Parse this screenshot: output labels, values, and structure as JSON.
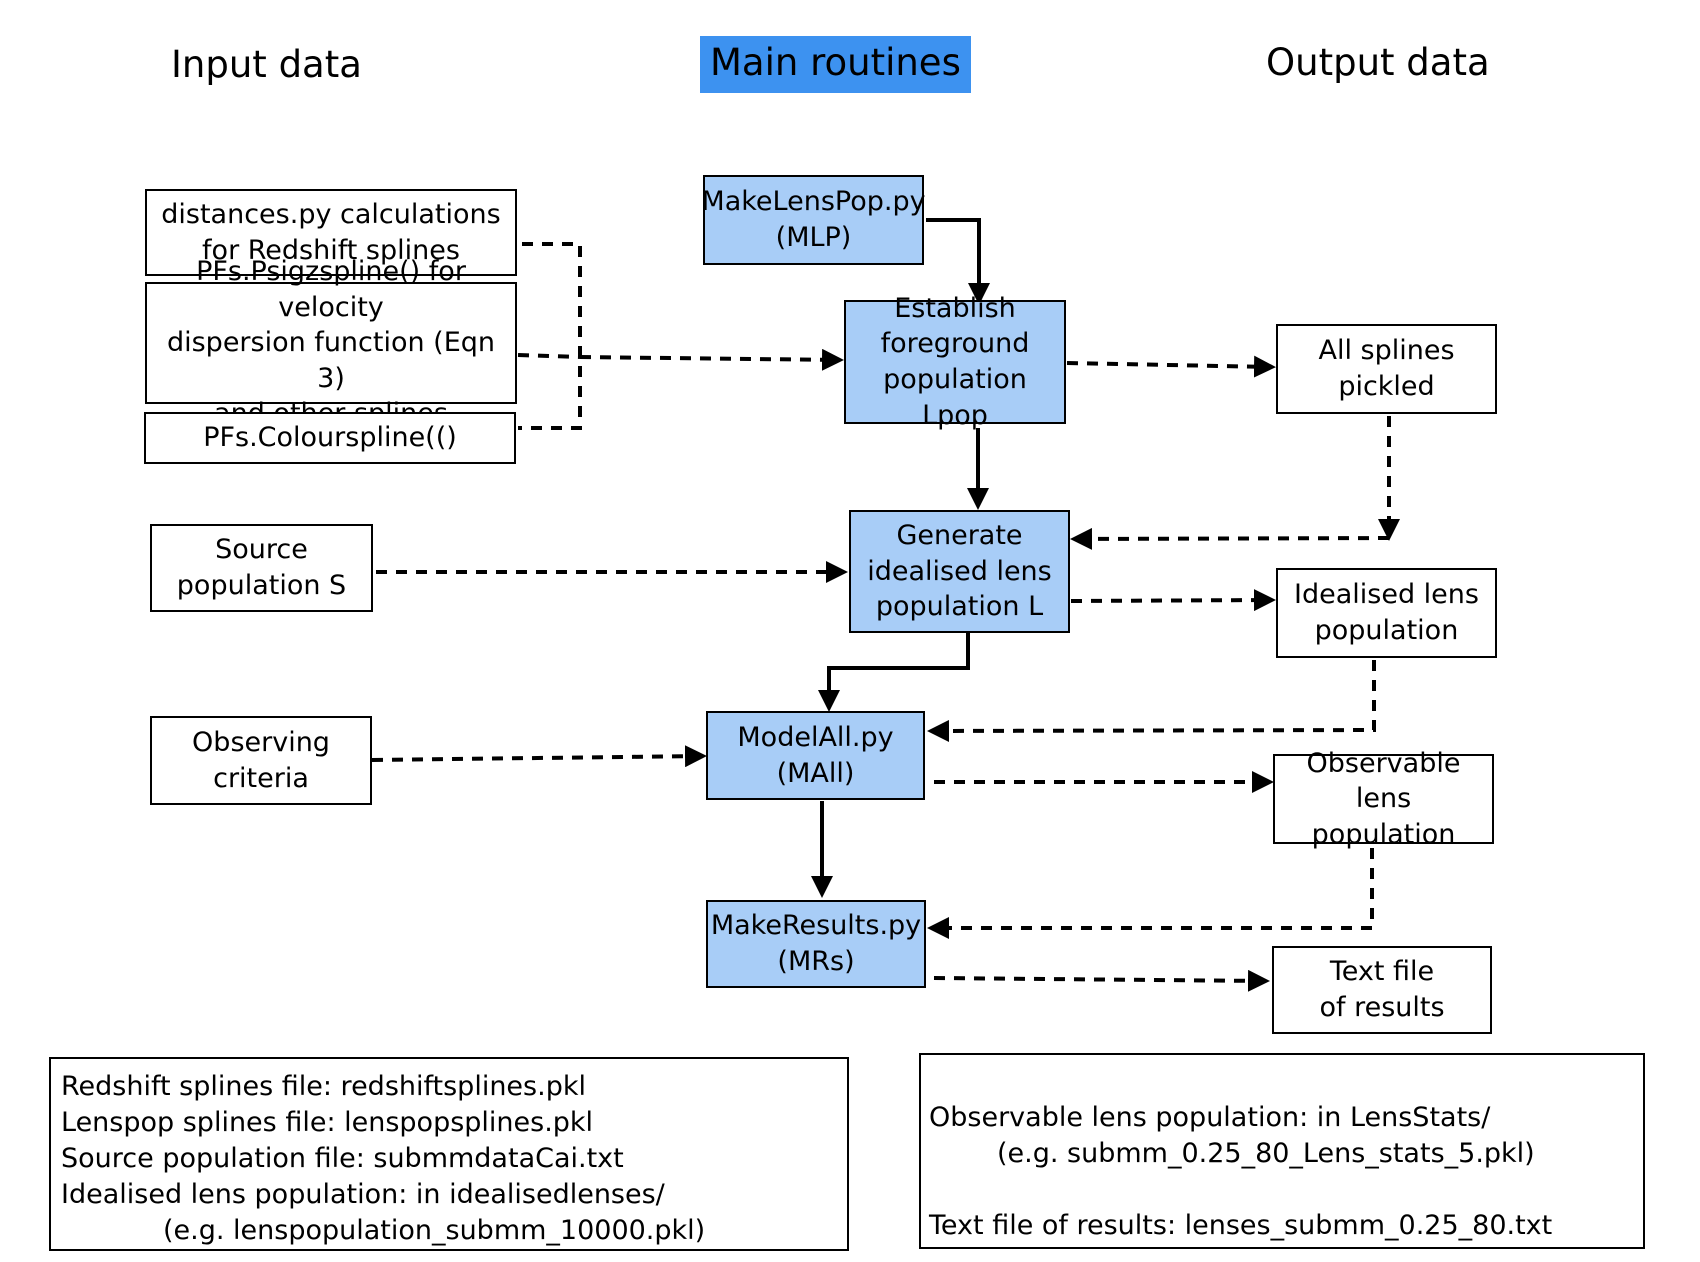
{
  "headers": {
    "input": "Input data",
    "main": "Main routines",
    "output": "Output data"
  },
  "colors": {
    "routine_fill": "#a8cdf7",
    "header_highlight": "#3d92f0"
  },
  "inputs": {
    "distances": "distances.py calculations\nfor Redshift splines",
    "psigz": "PFs.Psigzspline() for velocity\ndispersion function (Eqn 3)\nand other splines",
    "colour": "PFs.Colourspline(()",
    "source": "Source\npopulation S",
    "observing": "Observing\ncriteria"
  },
  "routines": {
    "mlp": "MakeLensPop.py\n(MLP)",
    "establish": "Establish\nforeground\npopulation Lpop",
    "generate": "Generate\nidealised lens\npopulation L",
    "modelall": "ModelAll.py\n(MAll)",
    "makeresults": "MakeResults.py\n(MRs)"
  },
  "outputs": {
    "splines": "All splines\npickled",
    "idealised": "Idealised lens\npopulation",
    "observable": "Observable\nlens population",
    "textfile": "Text file\nof results"
  },
  "notes": {
    "input_files": [
      "Redshift splines file: redshiftsplines.pkl",
      "Lenspop splines file: lenspopsplines.pkl",
      "Source population file: submmdataCai.txt",
      "Idealised lens population: in idealisedlenses/",
      "(e.g. lenspopulation_submm_10000.pkl)"
    ],
    "output_files": [
      "Observable lens population: in LensStats/",
      "(e.g. submm_0.25_80_Lens_stats_5.pkl)",
      "Text file of results:  lenses_submm_0.25_80.txt"
    ]
  }
}
